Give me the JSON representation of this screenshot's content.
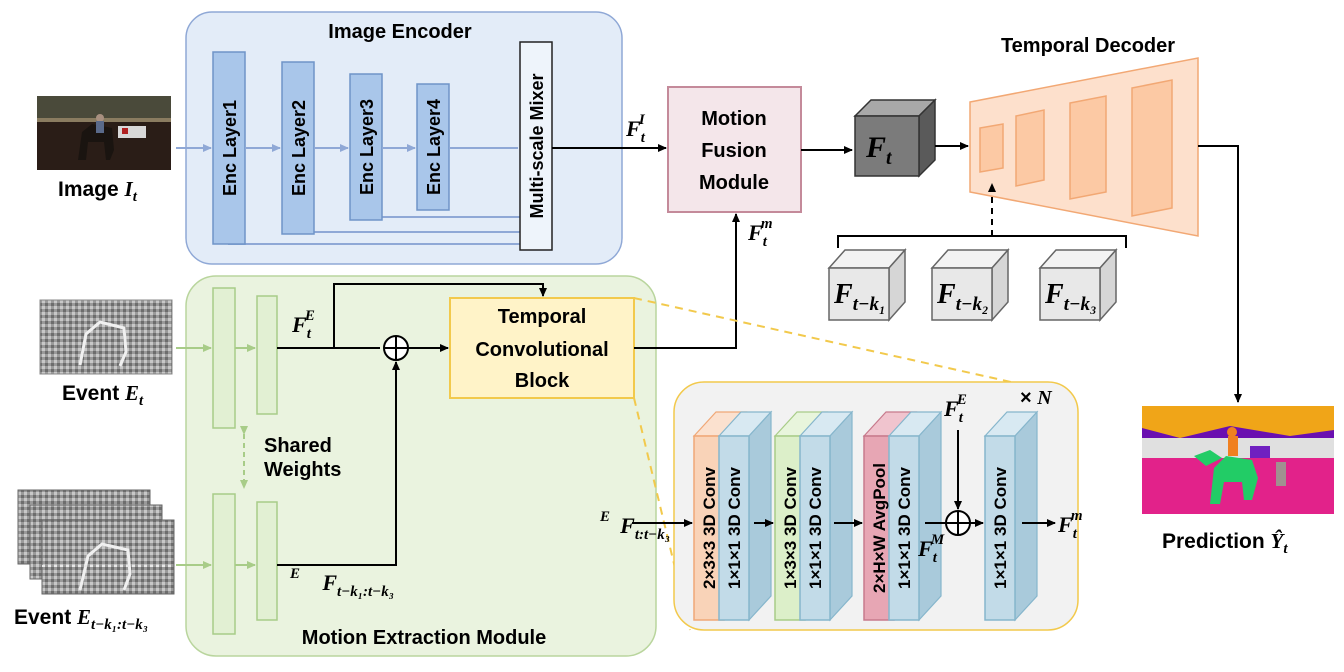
{
  "modules": {
    "image_encoder": "Image Encoder",
    "temporal_decoder": "Temporal Decoder",
    "motion_fusion": [
      "Motion",
      "Fusion",
      "Module"
    ],
    "temporal_conv_block": [
      "Temporal",
      "Convolutional",
      "Block"
    ],
    "motion_extraction": "Motion Extraction Module",
    "shared_weights": [
      "Shared",
      "Weights"
    ]
  },
  "encoder_layers": [
    "Enc Layer1",
    "Enc Layer2",
    "Enc Layer3",
    "Enc Layer4",
    "Multi-scale Mixer"
  ],
  "inputs": {
    "image_label": "Image",
    "image_symbol": "I",
    "image_sub": "t",
    "event_label": "Event",
    "event_symbol": "E",
    "event_sub": "t",
    "event_seq_label": "Event",
    "event_seq_symbol": "E",
    "event_seq_sub": "t−k₁:t−k₃"
  },
  "features": {
    "f_t_i": {
      "base": "F",
      "sub": "t",
      "sup": "I"
    },
    "f_t_m": {
      "base": "F",
      "sub": "t",
      "sup": "m"
    },
    "f_t_e": {
      "base": "F",
      "sub": "t",
      "sup": "E"
    },
    "f_seq_e": {
      "base": "F",
      "sub": "t−k₁:t−k₃",
      "sup": "E"
    },
    "f_t": {
      "base": "F",
      "sub": "t"
    },
    "f_tk1": {
      "base": "F",
      "sub": "t−k₁"
    },
    "f_tk2": {
      "base": "F",
      "sub": "t−k₂"
    },
    "f_tk3": {
      "base": "F",
      "sub": "t−k₃"
    },
    "tcb_in": {
      "base": "F",
      "sub": "t:t−k₃",
      "sup": "E"
    },
    "tcb_fe": {
      "base": "F",
      "sub": "t",
      "sup": "E"
    },
    "tcb_fm_cap": {
      "base": "F",
      "sub": "t",
      "sup": "M"
    },
    "tcb_out": {
      "base": "F",
      "sub": "t",
      "sup": "m"
    }
  },
  "tcb_layers": [
    "2×3×3 3D Conv",
    "1×1×1 3D Conv",
    "1×3×3 3D Conv",
    "1×1×1 3D Conv",
    "2×H×W AvgPool",
    "1×1×1 3D Conv",
    "1×1×1 3D Conv"
  ],
  "repeat": {
    "times": "×",
    "n": "N"
  },
  "output": {
    "label": "Prediction",
    "symbol": "Ŷ",
    "sub": "t"
  },
  "colors": {
    "encoder_bg": "#e3ecf8",
    "encoder_border": "#8fa8d6",
    "enc_layer": "#a9c6ea",
    "mixer": "#eef4fb",
    "motion_bg": "#eaf3df",
    "motion_border": "#b9d59d",
    "motion_layer": "#e2f0d3",
    "fusion_fill": "#f4e6ea",
    "fusion_border": "#c48a9a",
    "tcb_fill": "#fff3c8",
    "tcb_border": "#f2c94c",
    "decoder_fill": "#fde0cc",
    "decoder_border": "#f2a874",
    "cube_dark": "#7b7b7b",
    "cube_light": "#e8e8e8",
    "conv_orange": "#f9d3b8",
    "conv_blue": "#c2dbe8",
    "conv_green": "#dcefc9",
    "pool_red": "#e7a6b4",
    "detail_bg": "#f2f2f2",
    "detail_border": "#f2c94c"
  }
}
